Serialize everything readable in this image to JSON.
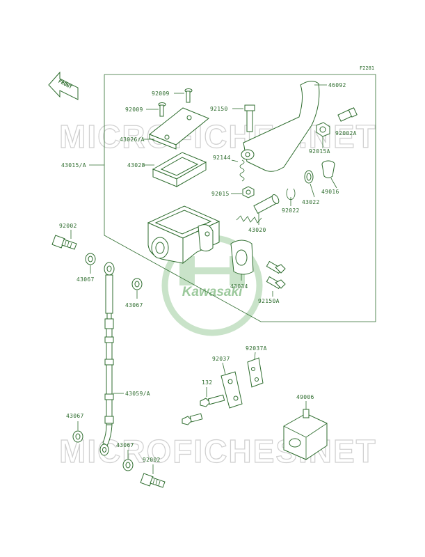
{
  "figure_code": "F2281",
  "front_label": "FRONT",
  "watermark": "MICROFICHES.NET",
  "logo_text": "Kawasaki",
  "colors": {
    "line": "#2c6b2c",
    "watermark": "#cfcfcf",
    "logo": "#c9e3c9"
  },
  "labels": {
    "l46092": "46092",
    "l92009a": "92009",
    "l92009b": "92009",
    "l92150": "92150",
    "l92002A": "92002A",
    "l43026A": "43026/A",
    "l92015A": "92015A",
    "l43015A": "43015/A",
    "l43028": "43028",
    "l92144": "92144",
    "l49016": "49016",
    "l43022": "43022",
    "l92015": "92015",
    "l92022": "92022",
    "l43020": "43020",
    "l92002a": "92002",
    "l43067a": "43067",
    "l43067b": "43067",
    "l43034": "43034",
    "l92150A": "92150A",
    "l92037": "92037",
    "l92037A": "92037A",
    "l132": "132",
    "l43059A": "43059/A",
    "l49006": "49006",
    "l43067c": "43067",
    "l43067d": "43067",
    "l92002b": "92002"
  }
}
